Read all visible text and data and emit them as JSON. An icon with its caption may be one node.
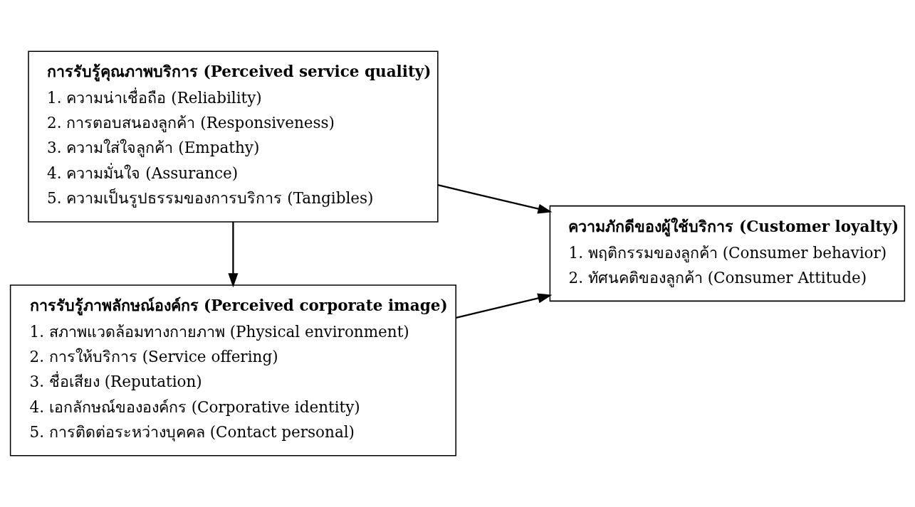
{
  "diagram": {
    "nodes": [
      {
        "text": [
          "การรับรู้คุณภาพบริการ (Perceived service quality)",
          "1. ความน่าเชื่อถือ (Reliability)",
          "2. การตอบสนองลูกค้า (Responsiveness)",
          "3. ความใส่ใจลูกค้า (Empathy)",
          "4. ความมั่นใจ (Assurance)",
          "5. ความเป็นรูปธรรมของการบริการ (Tangibles)"
        ]
      },
      {
        "text": [
          "การรับรู้ภาพลักษณ์องค์กร (Perceived corporate image)",
          "1. สภาพแวดล้อมทางกายภาพ (Physical environment)",
          "2. การให้บริการ (Service offering)",
          "3. ชื่อเสียง (Reputation)",
          "4. เอกลักษณ์ขององค์กร (Corporative identity)",
          "5. การติดต่อระหว่างบุคคล (Contact personal)"
        ]
      },
      {
        "text": [
          "ความภักดีของผู้ใช้บริการ (Customer loyalty)",
          "1. พฤติกรรมของลูกค้า (Consumer behavior)",
          "2. ทัศนคติของลูกค้า (Consumer Attitude)"
        ]
      }
    ],
    "edges": [
      {
        "from": 0,
        "to": 2,
        "arrow": "to"
      },
      {
        "from": 0,
        "to": 1,
        "arrow": "to"
      },
      {
        "from": 1,
        "to": 2,
        "arrow": "to"
      }
    ]
  }
}
